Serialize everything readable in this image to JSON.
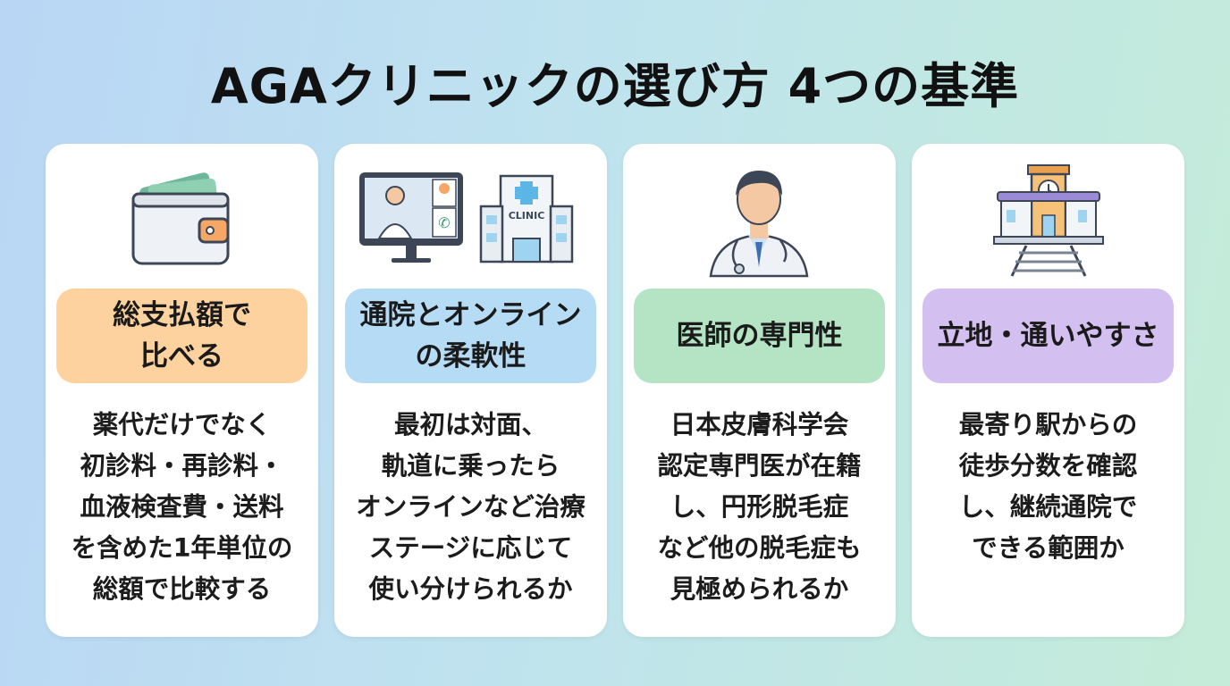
{
  "title": "AGAクリニックの選び方 4つの基準",
  "cards": [
    {
      "icon": "wallet-icon",
      "label": "総支払額で\n比べる",
      "label_color": "#fdd29e",
      "description": "薬代だけでなく\n初診料・再診料・\n血液検査費・送料\nを含めた1年単位の\n総額で比較する"
    },
    {
      "icon": "online-clinic-icon",
      "icon_text": "CLINIC",
      "label": "通院とオンライン\nの柔軟性",
      "label_color": "#b6dbf5",
      "description": "最初は対面、\n軌道に乗ったら\nオンラインなど治療\nステージに応じて\n使い分けられるか"
    },
    {
      "icon": "doctor-icon",
      "label": "医師の専門性",
      "label_color": "#b4e4c4",
      "description": "日本皮膚科学会\n認定専門医が在籍\nし、円形脱毛症\nなど他の脱毛症も\n見極められるか"
    },
    {
      "icon": "station-icon",
      "label": "立地・通いやすさ",
      "label_color": "#d3bff0",
      "description": "最寄り駅からの\n徒歩分数を確認\nし、継続通院で\nできる範囲か"
    }
  ]
}
